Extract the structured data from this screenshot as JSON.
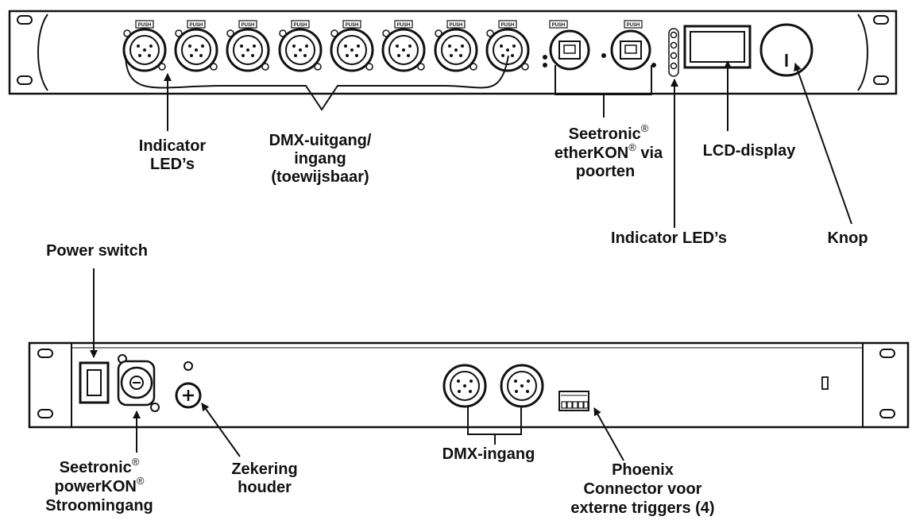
{
  "front_panel": {
    "push_tab_label": "PUSH",
    "labels": {
      "indicator_leds_left": [
        "Indicator",
        "LED’s"
      ],
      "dmx_output": [
        "DMX-uitgang/",
        "ingang",
        "(toewijsbaar)"
      ],
      "etherkon": {
        "line1": "Seetronic",
        "line2": "etherKON",
        "line2_suffix": " via",
        "line3": "poorten"
      },
      "lcd_display": "LCD-display",
      "indicator_leds_right": "Indicator LED’s",
      "knob": "Knop"
    }
  },
  "rear_panel": {
    "labels": {
      "power_switch": "Power switch",
      "powerkon": {
        "line1": "Seetronic",
        "line2": "powerKON",
        "line3": "Stroomingang"
      },
      "fuse_holder": [
        "Zekering",
        "houder"
      ],
      "dmx_input": "DMX-ingang",
      "phoenix": [
        "Phoenix",
        "Connector voor",
        "externe triggers (4)"
      ]
    }
  },
  "registered_mark": "®"
}
